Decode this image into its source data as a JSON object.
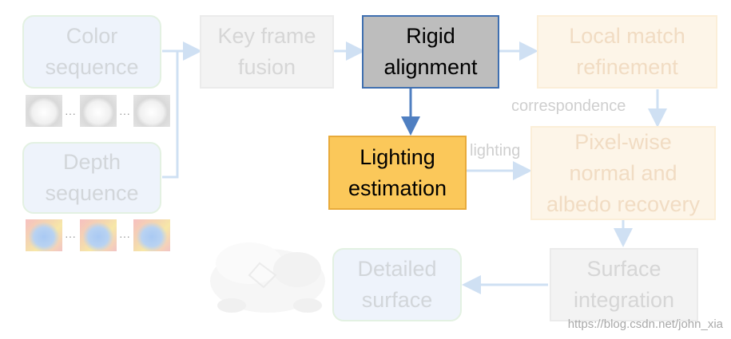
{
  "nodes": {
    "color_sequence": "Color\nsequence",
    "depth_sequence": "Depth\nsequence",
    "key_frame_fusion": "Key frame\nfusion",
    "rigid_alignment": "Rigid\nalignment",
    "local_match_refinement": "Local match\nrefinement",
    "lighting_estimation": "Lighting\nestimation",
    "pixel_wise_recovery": "Pixel-wise\nnormal and\nalbedo recovery",
    "surface_integration": "Surface\nintegration",
    "detailed_surface": "Detailed\nsurface"
  },
  "edge_labels": {
    "correspondence": "correspondence",
    "lighting": "lighting"
  },
  "thumbnails": {
    "dots": "···"
  },
  "watermark": "https://blog.csdn.net/john_xia",
  "colors": {
    "highlight_gray": "#bdbdbd",
    "highlight_orange": "#fbc85a",
    "arrow_blue": "#4f7fc1",
    "faded_arrow": "#cfe0f3"
  }
}
